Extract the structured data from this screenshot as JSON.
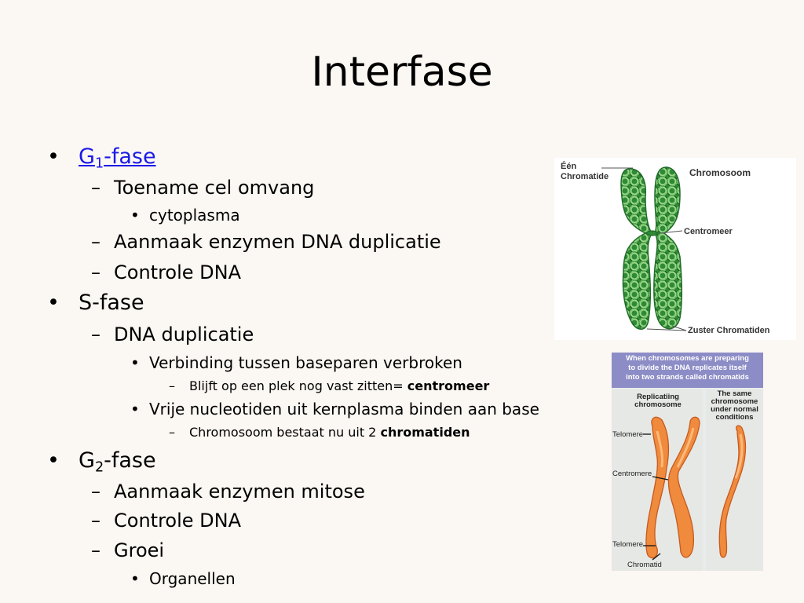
{
  "slide": {
    "title": "Interfase",
    "g1": {
      "prefix": "G",
      "sub": "1",
      "suffix": "-fase"
    },
    "g1_items": {
      "a": "Toename cel omvang",
      "a_sub": "cytoplasma",
      "b": "Aanmaak enzymen DNA duplicatie",
      "c": "Controle DNA"
    },
    "s": {
      "label": "S-fase",
      "a": "DNA duplicatie",
      "a1": "Verbinding tussen baseparen verbroken",
      "a1_note_plain": "Blijft op een plek nog vast zitten= ",
      "a1_note_bold": "centromeer",
      "a2": "Vrije nucleotiden uit kernplasma binden aan base",
      "a2_note_plain": "Chromosoom bestaat nu uit 2 ",
      "a2_note_bold": "chromatiden"
    },
    "g2": {
      "prefix": "G",
      "sub": "2",
      "suffix": "-fase"
    },
    "g2_items": {
      "a": "Aanmaak enzymen mitose",
      "b": "Controle DNA",
      "c": "Groei",
      "c_sub": "Organellen"
    },
    "markers": {
      "l1": "•",
      "l2": "–",
      "l3": "•",
      "l4": "–"
    }
  },
  "figure1": {
    "label_one_a": "Één",
    "label_one_b": "Chromatide",
    "label_chromosome": "Chromosoom",
    "label_centromere": "Centromeer",
    "label_sisters": "Zuster Chromatiden",
    "colors": {
      "dark": "#1f6b2a",
      "mid": "#3f9a3c",
      "light": "#8fd07f"
    }
  },
  "figure2": {
    "header_1": "When chromosomes are preparing",
    "header_2": "to divide the DNA replicates itself",
    "header_3": "into two strands called chromatids",
    "left_title_1": "Replicatiing",
    "left_title_2": "chromosome",
    "right_title_1": "The same",
    "right_title_2": "chromosome",
    "right_title_3": "under normal",
    "right_title_4": "conditions",
    "label_telomere_top": "Telomere",
    "label_centromere": "Centromere",
    "label_telomere_bottom": "Telomere",
    "label_chromatid": "Chromatid",
    "colors": {
      "chromosome": "#f08a3c",
      "outline": "#c65a1e",
      "highlight": "#ffc58a",
      "header": "#8c8cc6"
    }
  }
}
